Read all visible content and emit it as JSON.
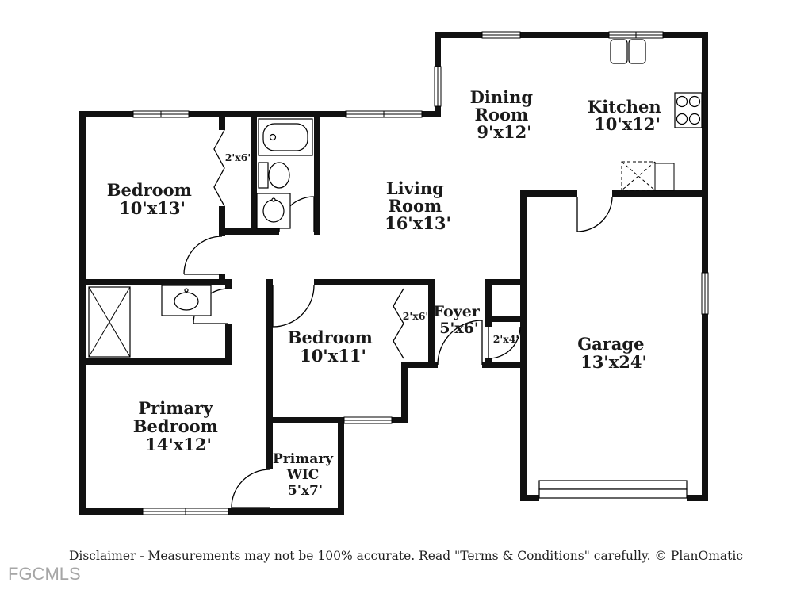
{
  "colors": {
    "background": "#ffffff",
    "walls": "#111111",
    "labels": "#1a1a1a",
    "watermark": "#a6a6a6"
  },
  "footer": {
    "disclaimer": "Disclaimer - Measurements may not be 100% accurate. Read \"Terms & Conditions\" carefully. © PlanOmatic",
    "watermark": "FGCMLS"
  },
  "floorplan": {
    "rooms": [
      {
        "id": "bedroom-1",
        "lines": [
          "Bedroom",
          "10'x13'"
        ]
      },
      {
        "id": "dining-room",
        "lines": [
          "Dining",
          "Room",
          "9'x12'"
        ]
      },
      {
        "id": "kitchen",
        "lines": [
          "Kitchen",
          "10'x12'"
        ]
      },
      {
        "id": "living-room",
        "lines": [
          "Living",
          "Room",
          "16'x13'"
        ]
      },
      {
        "id": "bedroom-2",
        "lines": [
          "Bedroom",
          "10'x11'"
        ]
      },
      {
        "id": "foyer",
        "lines": [
          "Foyer",
          "5'x6'"
        ]
      },
      {
        "id": "garage",
        "lines": [
          "Garage",
          "13'x24'"
        ]
      },
      {
        "id": "primary-bedroom",
        "lines": [
          "Primary",
          "Bedroom",
          "14'x12'"
        ]
      },
      {
        "id": "primary-wic",
        "lines": [
          "Primary",
          "WIC",
          "5'x7'"
        ]
      }
    ],
    "closets": [
      {
        "id": "closet-bedroom-1",
        "label": "2'x6'"
      },
      {
        "id": "closet-bedroom-2",
        "label": "2'x6'"
      },
      {
        "id": "closet-foyer",
        "label": "2'x4'"
      }
    ]
  }
}
